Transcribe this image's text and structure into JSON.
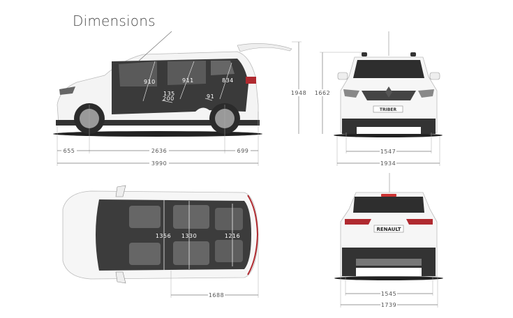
{
  "title": "Dimensions",
  "side_view": {
    "front_overhang": "655",
    "wheelbase": "2636",
    "rear_overhang": "699",
    "overall_length": "3990",
    "height_with_tailgate_open": "1948",
    "overall_height": "1662",
    "headroom_row1": "910",
    "headroom_row2": "911",
    "headroom_row3": "834",
    "knee_room_row2": "135\n200",
    "knee_room_row2_top": "135",
    "knee_room_row2_bottom": "200",
    "knee_room_row3": "91"
  },
  "front_view": {
    "badge": "TRIBER",
    "front_track": "1547",
    "width_with_mirrors": "1934"
  },
  "top_view": {
    "shoulder_row1": "1356",
    "shoulder_row2": "1330",
    "shoulder_row3": "1216",
    "interior_length": "1688"
  },
  "rear_view": {
    "badge": "RENAULT",
    "rear_track": "1545",
    "overall_width": "1739"
  },
  "colors": {
    "body": "#ffffff",
    "interior": "#3a3a3a",
    "tail_light": "#b02a30",
    "dimension_line": "#777777"
  }
}
